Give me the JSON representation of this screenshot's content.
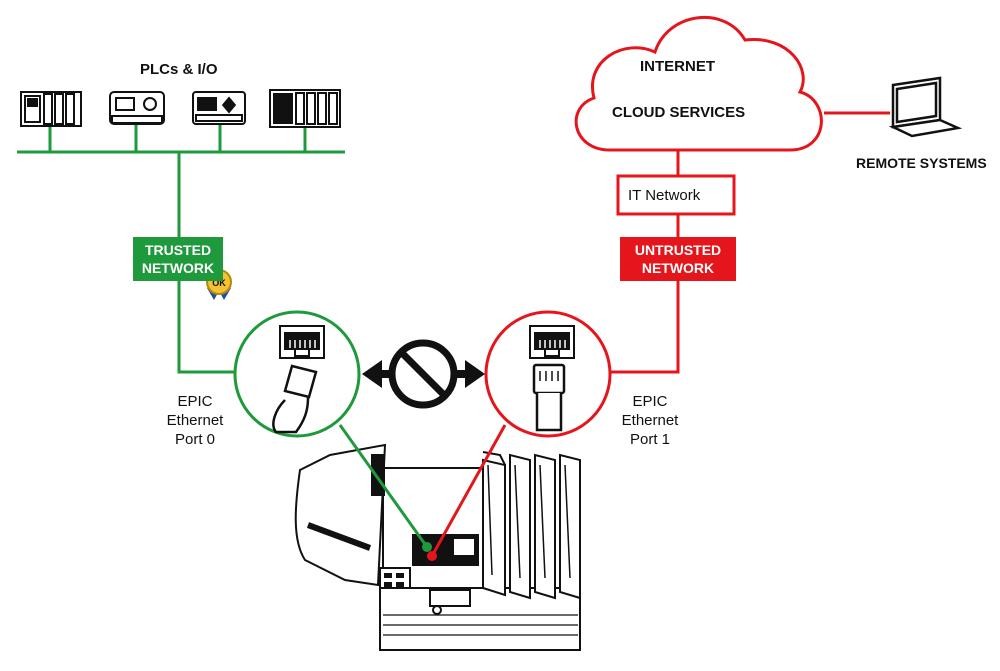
{
  "plcs": {
    "title": "PLCs & I/O",
    "devices": [
      "plc-rack-icon",
      "io-module-icon",
      "hmi-controller-icon",
      "plc-chassis-icon"
    ]
  },
  "trusted_network": {
    "line1": "TRUSTED",
    "line2": "NETWORK",
    "seal_text": "OK"
  },
  "cloud": {
    "line1": "INTERNET",
    "line2": "CLOUD SERVICES"
  },
  "remote_systems": {
    "label": "REMOTE SYSTEMS"
  },
  "it_network": {
    "label": "IT Network"
  },
  "untrusted_network": {
    "line1": "UNTRUSTED",
    "line2": "NETWORK"
  },
  "port0": {
    "line1": "EPIC",
    "line2": "Ethernet",
    "line3": "Port 0"
  },
  "port1": {
    "line1": "EPIC",
    "line2": "Ethernet",
    "line3": "Port 1"
  },
  "colors": {
    "trusted": "#1e9a3c",
    "untrusted": "#e4161c",
    "outline": "#111111"
  }
}
